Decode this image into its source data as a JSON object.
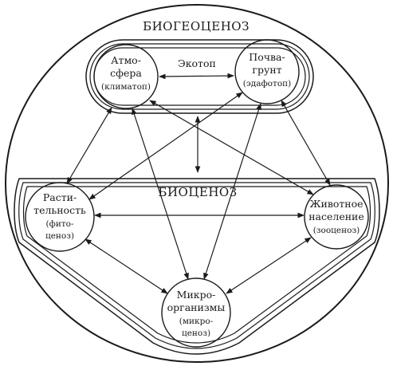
{
  "diagram": {
    "title": "БИОГЕОЦЕНОЗ",
    "ecotope_label": "Экотоп",
    "biocenosis_label": "БИОЦЕНОЗ",
    "nodes": {
      "atmosphere": {
        "line1": "Атмо-",
        "line2": "сфера",
        "line3": "(климатоп)"
      },
      "soil": {
        "line1": "Почва-",
        "line2": "грунт",
        "line3": "(эдафотоп)"
      },
      "plants": {
        "line1": "Расти-",
        "line2": "тельность",
        "line3": "(фито-",
        "line4": "ценоз)"
      },
      "animals": {
        "line1": "Животное",
        "line2": "население",
        "line3": "(зооценоз)"
      },
      "microbes": {
        "line1": "Микро-",
        "line2": "организмы",
        "line3": "(микро-",
        "line4": "ценоз)"
      }
    }
  }
}
